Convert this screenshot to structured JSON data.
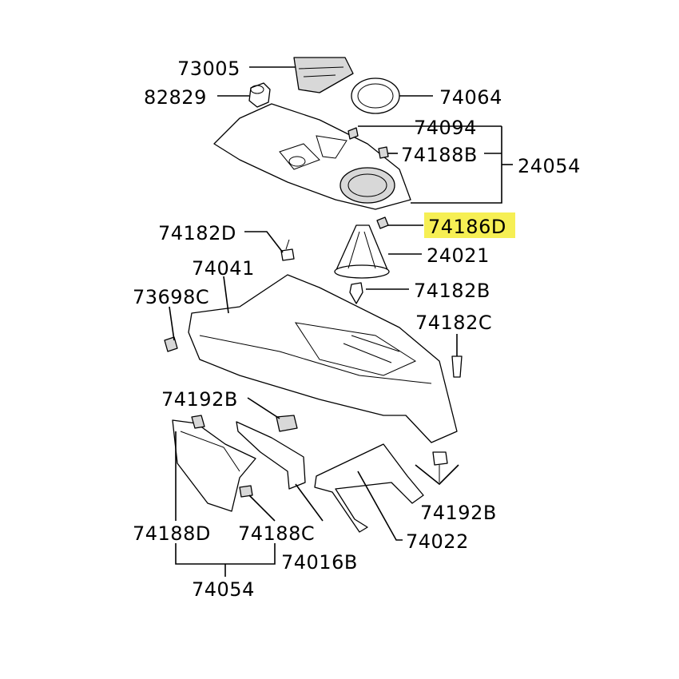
{
  "diagram": {
    "highlight_color": "#f6ef54",
    "labels": {
      "p73005": "73005",
      "p82829": "82829",
      "p74064": "74064",
      "p74094": "74094",
      "p74188B": "74188B",
      "p24054": "24054",
      "p74186D": "74186D",
      "p74182D": "74182D",
      "p24021": "24021",
      "p74041": "74041",
      "p74182B": "74182B",
      "p73698C": "73698C",
      "p74182C": "74182C",
      "p74192B_left": "74192B",
      "p74192B_right": "74192B",
      "p74188D": "74188D",
      "p74188C": "74188C",
      "p74016B": "74016B",
      "p74022": "74022",
      "p74054": "74054"
    }
  }
}
